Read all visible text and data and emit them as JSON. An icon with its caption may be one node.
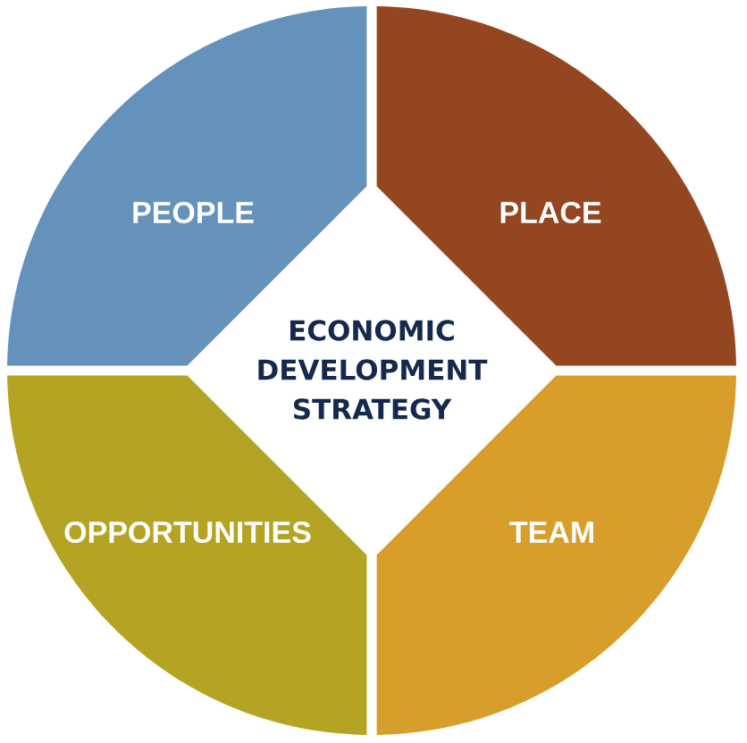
{
  "diagram": {
    "nodes": [
      {
        "text": [
          "PEOPLE"
        ]
      },
      {
        "text": [
          "PLACE"
        ]
      },
      {
        "text": [
          "ECONOMIC DEVELOPMENT STRATEGY"
        ]
      },
      {
        "text": [
          "OPPORTUNITIES"
        ]
      },
      {
        "text": [
          "TEAM"
        ]
      }
    ]
  }
}
